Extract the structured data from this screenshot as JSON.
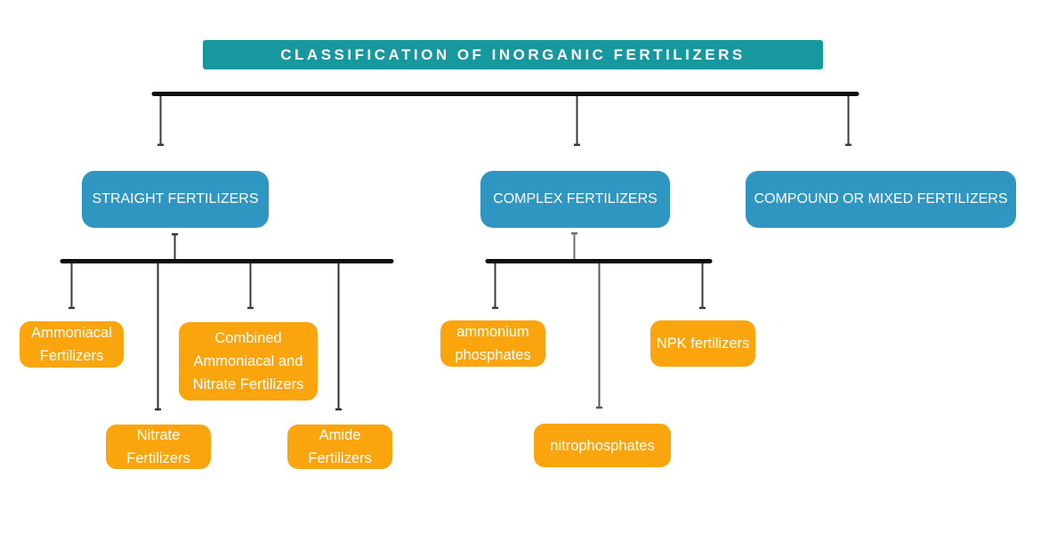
{
  "title": "CLASSIFICATION OF INORGANIC FERTILIZERS",
  "diagram_type": "classification-tree",
  "colors": {
    "title_background": "#17989E",
    "branch_background": "#2E96C0",
    "leaf_background": "#FBA50E",
    "text": "#FFFFFF",
    "connector_bar": "#0F0F0F",
    "connector_line": "#3A3A3A"
  },
  "branches": [
    {
      "label": "STRAIGHT FERTILIZERS",
      "children": [
        "Ammoniacal Fertilizers",
        "Nitrate Fertilizers",
        "Combined Ammoniacal and Nitrate Fertilizers",
        "Amide Fertilizers"
      ]
    },
    {
      "label": "COMPLEX FERTILIZERS",
      "children": [
        "ammonium phosphates",
        "nitrophosphates",
        "NPK fertilizers"
      ]
    },
    {
      "label": "COMPOUND OR MIXED FERTILIZERS",
      "children": []
    }
  ]
}
